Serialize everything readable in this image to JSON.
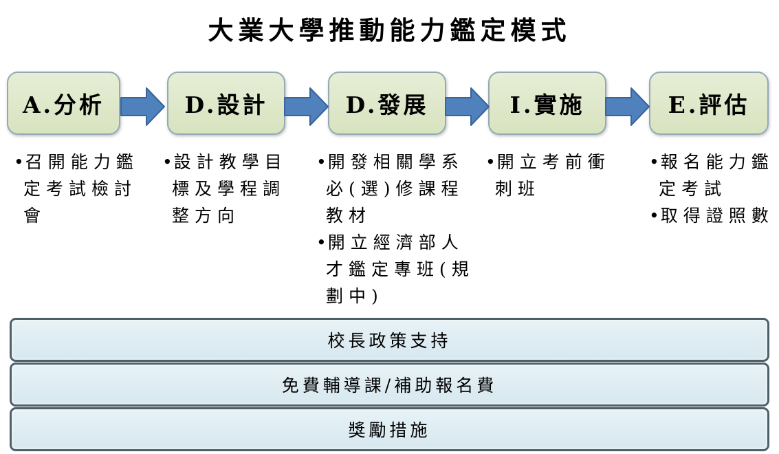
{
  "title": "大業大學推動能力鑑定模式",
  "stages": [
    {
      "label": "A.分析",
      "bullets": [
        "召開能力鑑定考試檢討會"
      ]
    },
    {
      "label": "D.設計",
      "bullets": [
        "設計教學目標及學程調整方向"
      ]
    },
    {
      "label": "D.發展",
      "bullets": [
        "開發相關學系必(選)修課程教材",
        "開立經濟部人才鑑定專班(規劃中)"
      ]
    },
    {
      "label": "I.實施",
      "bullets": [
        "開立考前衝刺班"
      ]
    },
    {
      "label": "E.評估",
      "bullets": [
        "報名能力鑑定考試",
        "取得證照數"
      ]
    }
  ],
  "support_bars": [
    "校長政策支持",
    "免費輔導課/補助報名費",
    "獎勵措施"
  ],
  "icons": {
    "connector": "right-arrow-icon"
  },
  "colors": {
    "stage_fill": "#dde7ca",
    "stage_border": "#94a9b4",
    "arrow_fill": "#4f81bd",
    "arrow_border": "#38639c",
    "bar_fill": "#dcebf1",
    "bar_border": "#4d5f69",
    "text": "#000000",
    "background": "#ffffff"
  }
}
